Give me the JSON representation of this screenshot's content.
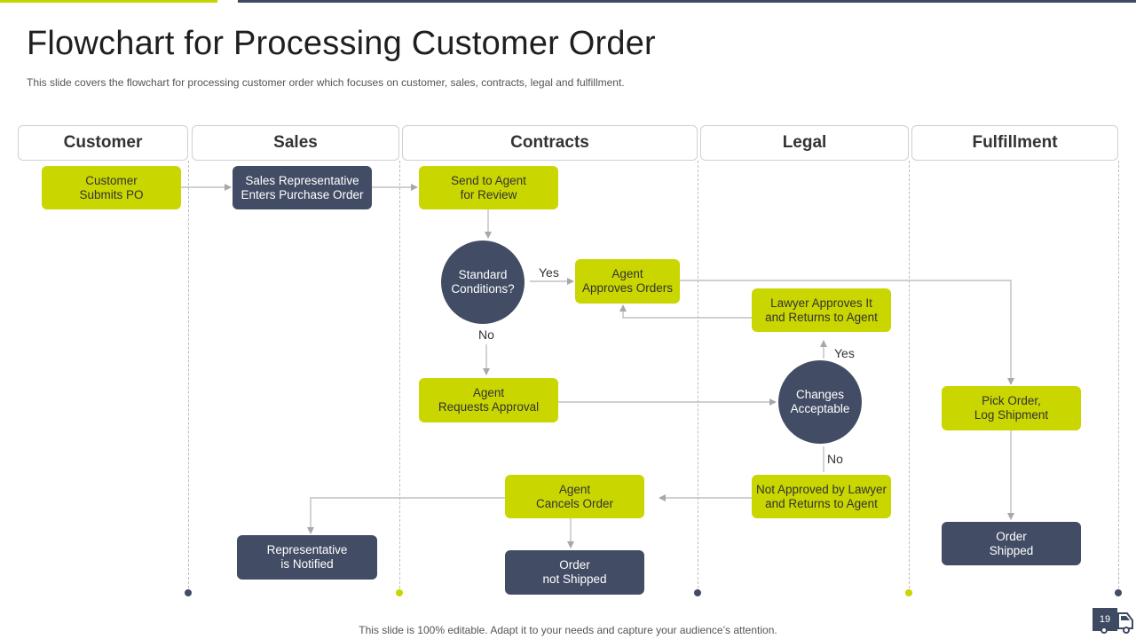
{
  "slide": {
    "title": "Flowchart for Processing Customer Order",
    "subtitle": "This slide covers the flowchart for processing customer order which focuses on customer, sales, contracts, legal and fulfillment.",
    "footer": "This slide is 100% editable. Adapt it to your needs and capture your audience’s attention.",
    "page_number": "19"
  },
  "colors": {
    "accent_lime": "#c9d600",
    "accent_navy": "#424c64"
  },
  "lanes": [
    "Customer",
    "Sales",
    "Contracts",
    "Legal",
    "Fulfillment"
  ],
  "nodes": {
    "customer_submits": "Customer\nSubmits PO",
    "sales_enters": "Sales Representative\nEnters Purchase Order",
    "send_to_agent": "Send to Agent\nfor Review",
    "standard_conditions": "Standard\nConditions?",
    "agent_approves": "Agent\nApproves  Orders",
    "lawyer_approves": "Lawyer Approves  It\nand Returns to Agent",
    "agent_requests": "Agent\nRequests Approval",
    "changes_acceptable": "Changes\nAcceptable",
    "pick_order": "Pick Order,\nLog Shipment",
    "agent_cancels": "Agent\nCancels Order",
    "not_approved": "Not Approved  by Lawyer\nand Returns to Agent",
    "representative_notified": "Representative\nis Notified",
    "order_not_shipped": "Order\nnot Shipped",
    "order_shipped": "Order\nShipped"
  },
  "edge_labels": {
    "standard_yes": "Yes",
    "standard_no": "No",
    "changes_yes": "Yes",
    "changes_no": "No"
  },
  "icons": {
    "footer_icon": "delivery-truck-icon"
  }
}
